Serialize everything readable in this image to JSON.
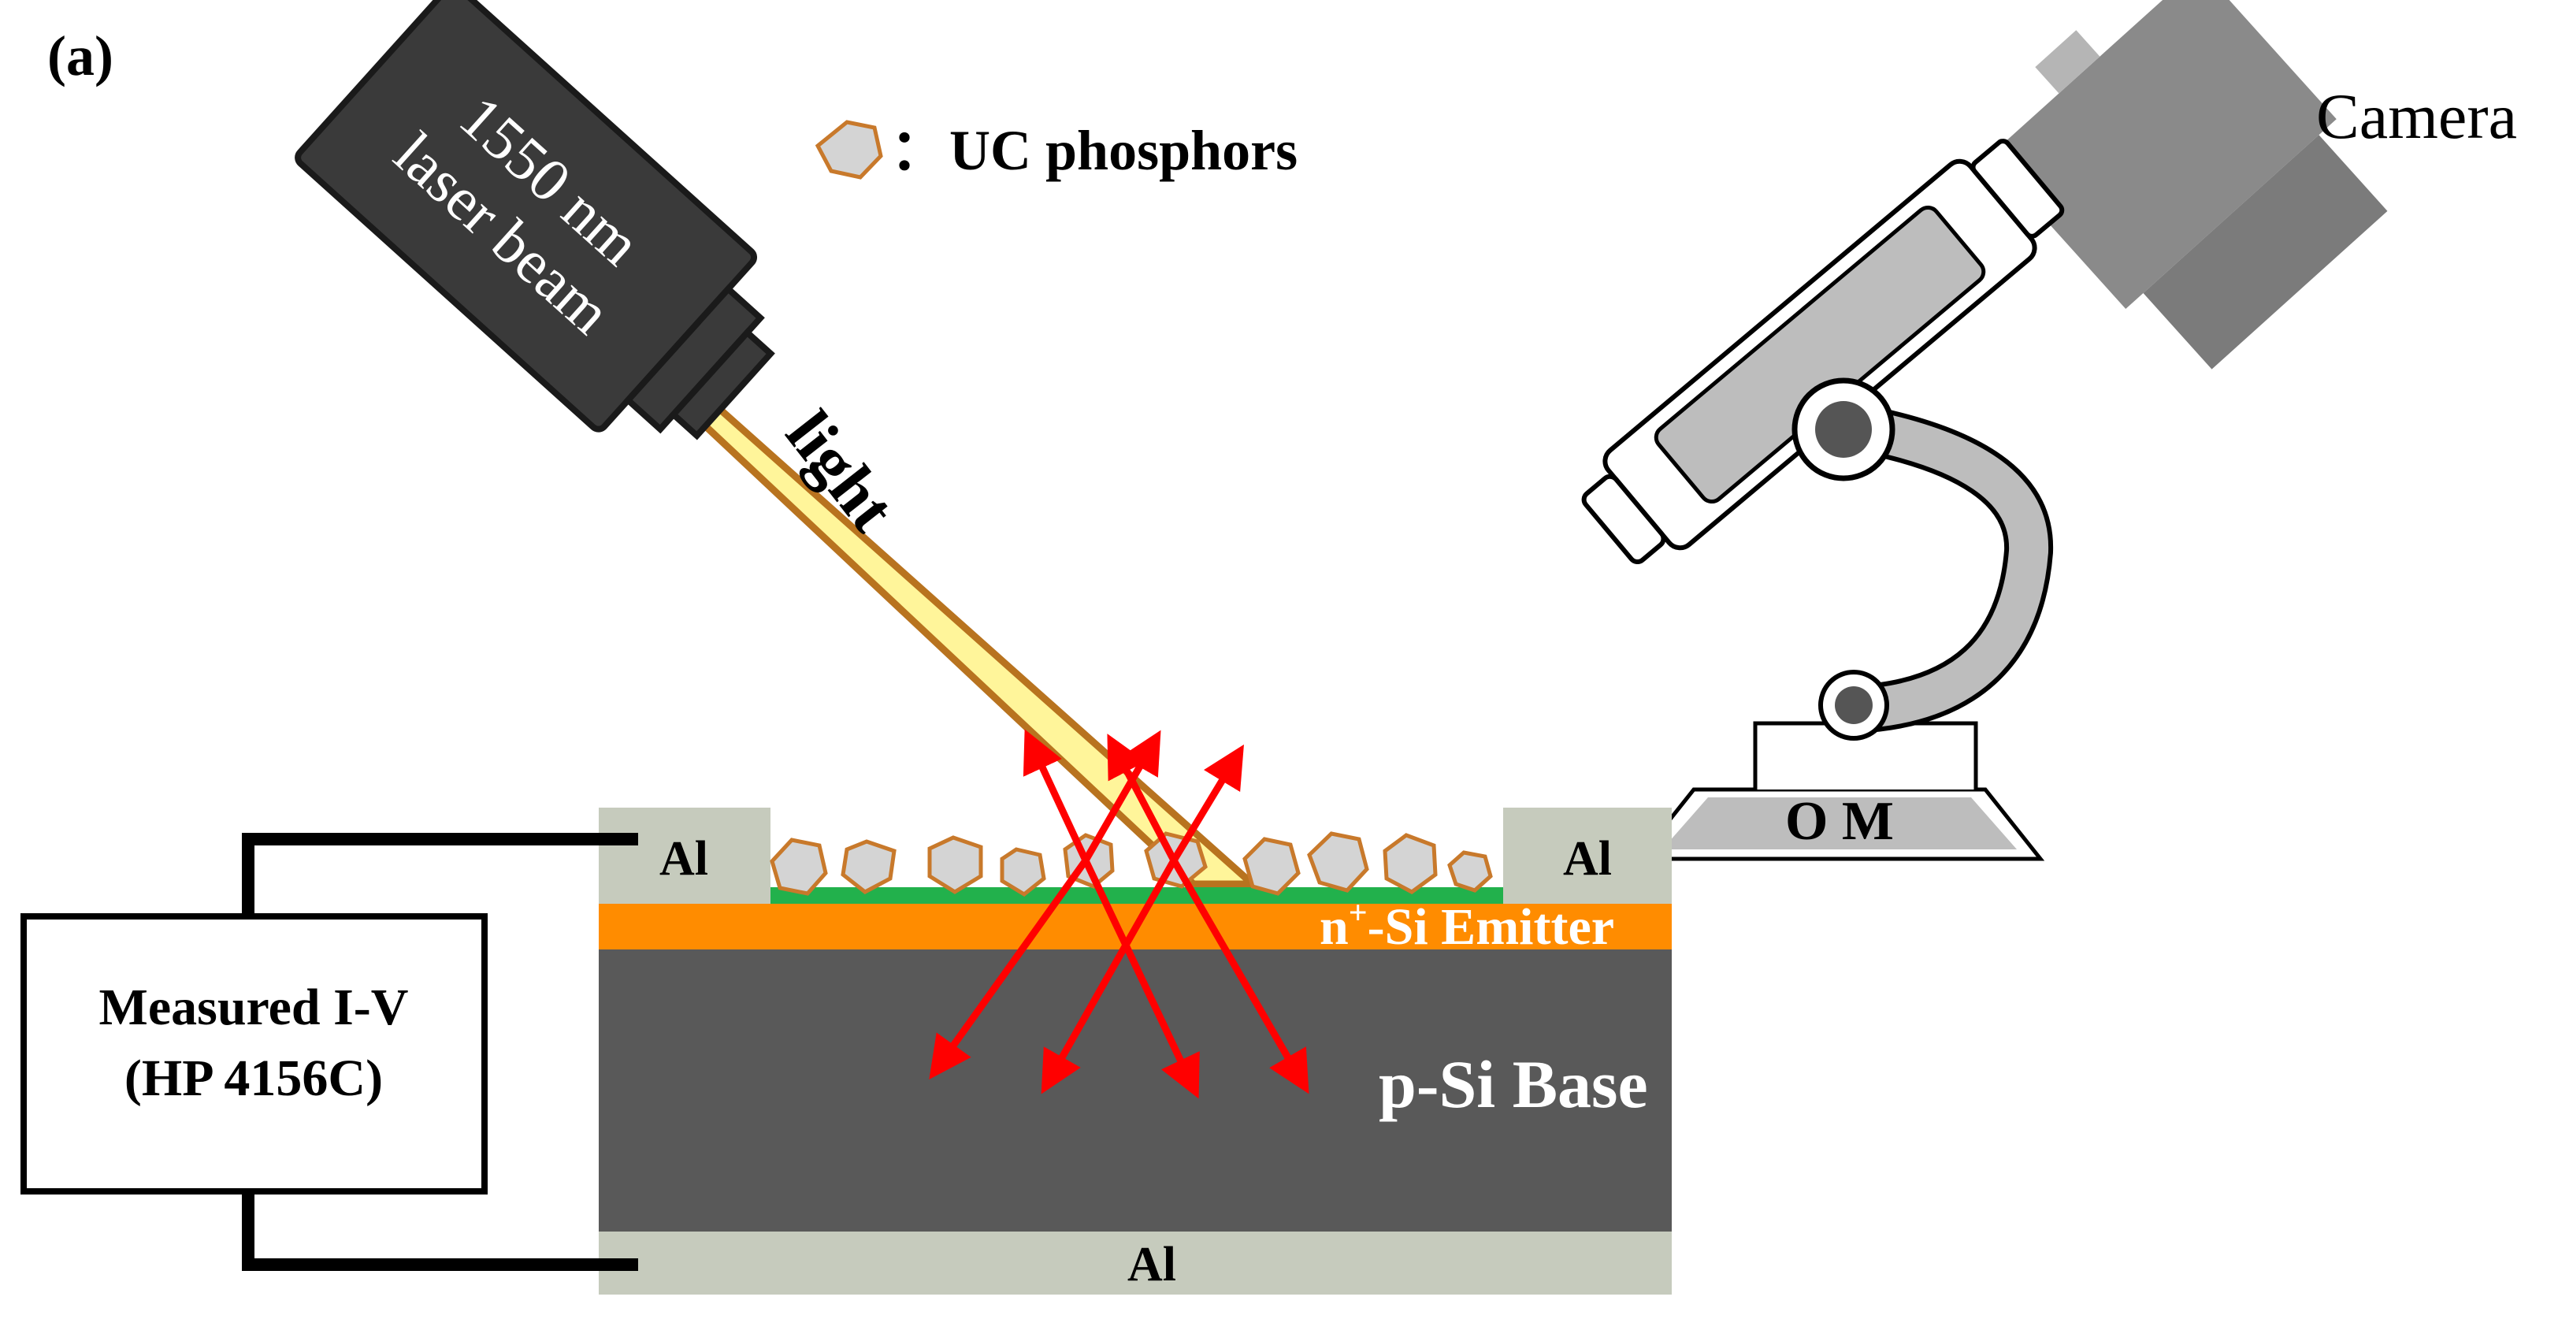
{
  "panel_label": "(a)",
  "laser": {
    "line1": "1550 nm",
    "line2": "laser beam"
  },
  "beam_label": "light",
  "legend": {
    "separator": "：",
    "label": "UC phosphors"
  },
  "camera_label": "Camera",
  "microscope_label": "O M",
  "meter": {
    "line1": "Measured I-V",
    "line2": "(HP 4156C)"
  },
  "device": {
    "al_left": "Al",
    "al_right": "Al",
    "al_bottom": "Al",
    "emitter_label_sup": "+",
    "emitter_label_pre": "n",
    "emitter_label_post": "-Si Emitter",
    "base_label": "p-Si Base"
  },
  "colors": {
    "al": "#c6cbbd",
    "emitter": "#ff8c00",
    "base": "#595959",
    "passivation": "#22b14c",
    "beam_fill": "#fff59a",
    "beam_edge": "#b8731f",
    "phosphor_fill": "#d4d4d4",
    "phosphor_edge": "#c8792b",
    "arrow": "#ff0000",
    "laser_body": "#3a3a3a",
    "camera_body": "#8a8a8a",
    "microscope_body": "#bdbdbd"
  }
}
